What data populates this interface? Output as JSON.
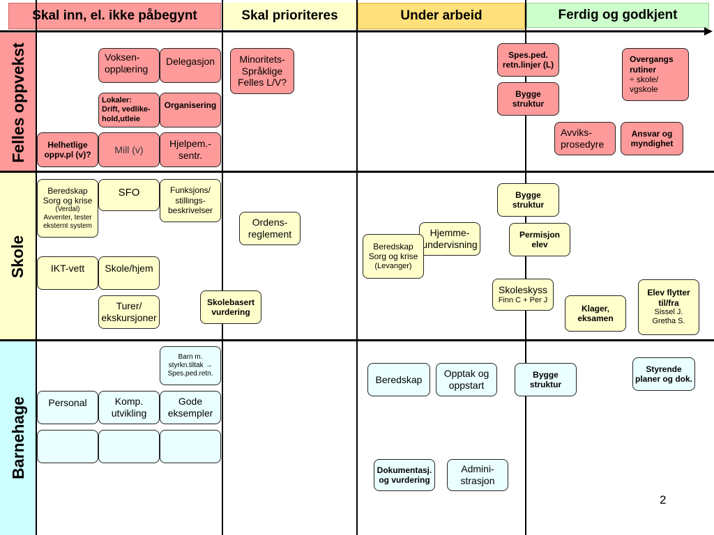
{
  "columns": [
    {
      "label": "Skal inn, el. ikke påbegynt",
      "color": "#ff9a9a"
    },
    {
      "label": "Skal prioriteres",
      "color": "#ffffcc"
    },
    {
      "label": "Under arbeid",
      "color": "#ffe07a"
    },
    {
      "label": "Ferdig og godkjent",
      "color": "#ccffcc"
    }
  ],
  "lanes": [
    {
      "label": "Felles oppvekst",
      "color": "#ff9a9a"
    },
    {
      "label": "Skole",
      "color": "#ffffcc"
    },
    {
      "label": "Barnehage",
      "color": "#ccffff"
    }
  ],
  "cards": {
    "voksenopplaering": "Voksen-\nopplæring",
    "delegasjon": "Delegasjon",
    "minoritets": "Minoritets-\nSpråklige\nFelles L/V?",
    "lokaler": "Lokaler:\nDrift, vedlike-\nhold,utleie",
    "organisering": "Organisering",
    "helhetlige": "Helhetlige\noppv.pl (v)?",
    "mill": "Mill (v)",
    "hjelpem": "Hjelpem.-\nsentr.",
    "spesped": "Spes.ped.\nretn.linjer (L)",
    "bygge1": "Bygge\nstruktur",
    "overgangs_title": "Overgangs\nrutiner",
    "overgangs_sub": "÷ skole/\nvgskole",
    "avviks": "Avviks-\nprosedyre",
    "ansvar": "Ansvar og\nmyndighet",
    "beredskap1_title": "Beredskap\nSorg og krise",
    "beredskap1_sub": "(Verdal)\nAvventer, tester\neksternt system",
    "sfo": "SFO",
    "funksjons": "Funksjons/\nstillings-\nbeskrivelser",
    "ordens": "Ordens-\nreglement",
    "ikt": "IKT-vett",
    "skolehjem": "Skole/hjem",
    "turer": "Turer/\nekskursjoner",
    "skolebasert": "Skolebasert\nvurdering",
    "bygge2": "Bygge\nstruktur",
    "permisjon": "Permisjon\nelev",
    "hjemme": "Hjemme-\nundervisning",
    "beredskap2_title": "Beredskap\nSorg og krise",
    "beredskap2_sub": "(Levanger)",
    "skoleskyss_title": "Skoleskyss",
    "skoleskyss_sub": "Finn C + Per J",
    "klager": "Klager,\neksamen",
    "elev_title": "Elev flytter\ntil/fra",
    "elev_sub": "Sissel J.\nGretha S.",
    "barn": "Barn m.\nstyrkn.tiltak →\nSpes.ped.retn.",
    "beredskap3": "Beredskap",
    "opptak": "Opptak og\noppstart",
    "bygge3": "Bygge\nstruktur",
    "styrende": "Styrende\nplaner og dok.",
    "personal": "Personal",
    "komp": "Komp.\nutvikling",
    "gode": "Gode\neksempler",
    "dokumentasj": "Dokumentasj.\nog vurdering",
    "admini": "Admini-\nstrasjon"
  },
  "page_number": "2"
}
